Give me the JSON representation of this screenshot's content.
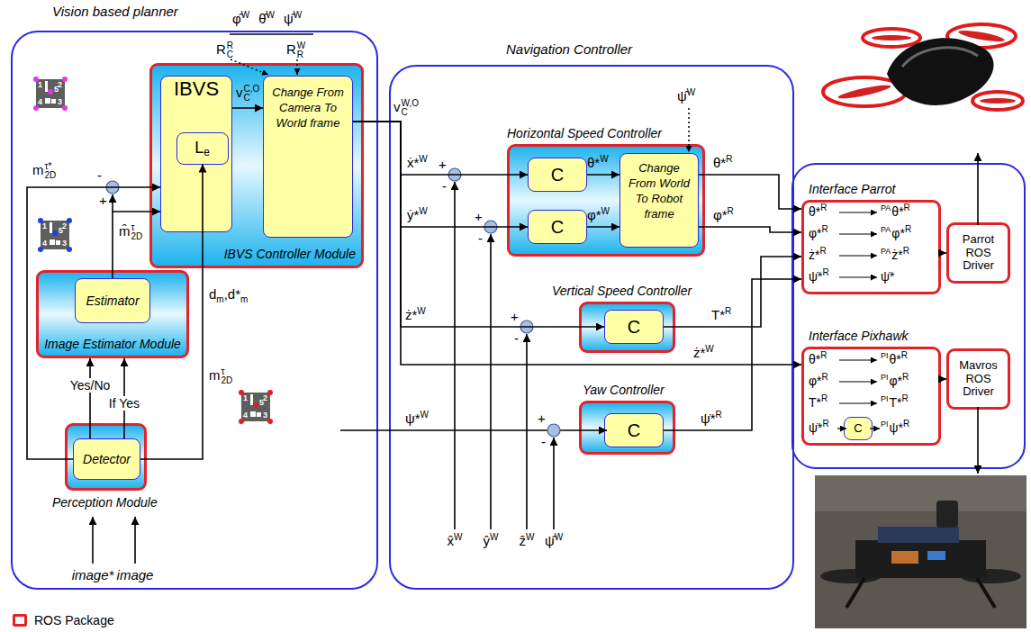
{
  "diagram": {
    "nodes": [
      {
        "text": [
          "Vision based planner"
        ]
      },
      {
        "text": [
          "IBVS Controller Module"
        ],
        "in": 0
      },
      {
        "text": [
          "IBVS"
        ],
        "in": 1
      },
      {
        "text": [
          "L",
          "e"
        ],
        "in": 2
      },
      {
        "text": [
          "Change From Camera To World frame"
        ],
        "in": 1
      },
      {
        "text": [
          "Image Estimator Module"
        ],
        "in": 0
      },
      {
        "text": [
          "Estimator"
        ],
        "in": 5
      },
      {
        "text": [
          "Perception Module"
        ],
        "in": 0
      },
      {
        "text": [
          "Detector"
        ],
        "in": 7
      },
      {
        "text": [
          "Navigation Controller"
        ]
      },
      {
        "text": [
          "Horizontal Speed Controller"
        ],
        "in": 9
      },
      {
        "text": [
          "C"
        ],
        "in": 10
      },
      {
        "text": [
          "C"
        ],
        "in": 10
      },
      {
        "text": [
          "Change From World To Robot frame"
        ],
        "in": 10
      },
      {
        "text": [
          "Vertical Speed Controller"
        ],
        "in": 9
      },
      {
        "text": [
          "C"
        ],
        "in": 14
      },
      {
        "text": [
          "Yaw Controller"
        ],
        "in": 9
      },
      {
        "text": [
          "C"
        ],
        "in": 16
      },
      {
        "text": [
          "Interface Parrot"
        ]
      },
      {
        "text": [
          "Parrot ROS Driver"
        ]
      },
      {
        "text": [
          "Interface Pixhawk"
        ]
      },
      {
        "text": [
          "C"
        ],
        "in": 20
      },
      {
        "text": [
          "Mavros ROS Driver"
        ]
      }
    ],
    "edges": [
      {
        "from": 8,
        "to": 5,
        "arrow": "to",
        "label": "Yes/No"
      },
      {
        "from": 8,
        "to": 5,
        "arrow": "to",
        "label": "If Yes"
      },
      {
        "from": 6,
        "to": 2,
        "arrow": "to"
      },
      {
        "from": 8,
        "to": 2,
        "arrow": "to"
      },
      {
        "from": 8,
        "to": 3,
        "arrow": "to"
      },
      {
        "from": 2,
        "to": 4,
        "arrow": "to"
      },
      {
        "from": 4,
        "to": 11,
        "arrow": "to"
      },
      {
        "from": 4,
        "to": 12,
        "arrow": "to"
      },
      {
        "from": 4,
        "to": 15,
        "arrow": "to"
      },
      {
        "from": 4,
        "to": 20,
        "arrow": "to"
      },
      {
        "from": 11,
        "to": 13,
        "arrow": "to"
      },
      {
        "from": 12,
        "to": 13,
        "arrow": "to"
      },
      {
        "from": 13,
        "to": 18,
        "arrow": "to"
      },
      {
        "from": 13,
        "to": 18,
        "arrow": "to"
      },
      {
        "from": 15,
        "to": 18,
        "arrow": "to"
      },
      {
        "from": 17,
        "to": 18,
        "arrow": "to"
      },
      {
        "from": 18,
        "to": 19,
        "arrow": "to"
      },
      {
        "from": 20,
        "to": 22,
        "arrow": "to"
      }
    ],
    "labels": [
      "φ̂",
      "W",
      "θ̂",
      "W",
      "ψ̂",
      "W",
      "R",
      "R",
      "C",
      "R",
      "W",
      "R",
      "v",
      "C,O",
      "C",
      "v",
      "W,O",
      "C",
      "m",
      "τ*",
      "2D",
      "-",
      "+",
      "m̂",
      "τ",
      "2D",
      "m",
      "τ",
      "2D",
      "d",
      "m",
      ",d*",
      "m",
      "image*",
      "image",
      "1",
      "2",
      "5",
      "4",
      "3",
      "1",
      "2",
      "5",
      "4",
      "3",
      "1",
      "2",
      "5",
      "4",
      "3",
      "ẋ*",
      "W",
      "+",
      "-",
      "ẏ*",
      "W",
      "+",
      "-",
      "ż*",
      "W",
      "+",
      "-",
      "ψ*",
      "W",
      "+",
      "-",
      "θ*",
      "W",
      "φ*",
      "W",
      "ψ̂",
      "W",
      "θ*",
      "R",
      "φ*",
      "R",
      "T*",
      "R",
      "ż*",
      "W",
      "ψ̇*",
      "R",
      "x̂",
      "W",
      "ŷ",
      "W",
      "ẑ",
      "W",
      "ψ̂",
      "W",
      "θ*",
      "R",
      "PA",
      "θ*",
      "R",
      "φ*",
      "R",
      "PA",
      "φ*",
      "R",
      "ż*",
      "R",
      "PA",
      "ż*",
      "R",
      "ψ̇*",
      "R",
      "ψ̇*",
      "θ*",
      "R",
      "PI",
      "θ*",
      "R",
      "φ*",
      "R",
      "PI",
      "φ*",
      "R",
      "T*",
      "R",
      "PI",
      "T*",
      "R",
      "ψ̇*",
      "R",
      "PI",
      "ψ*",
      "R"
    ],
    "legend": [
      {
        "text": "ROS Package"
      }
    ]
  }
}
